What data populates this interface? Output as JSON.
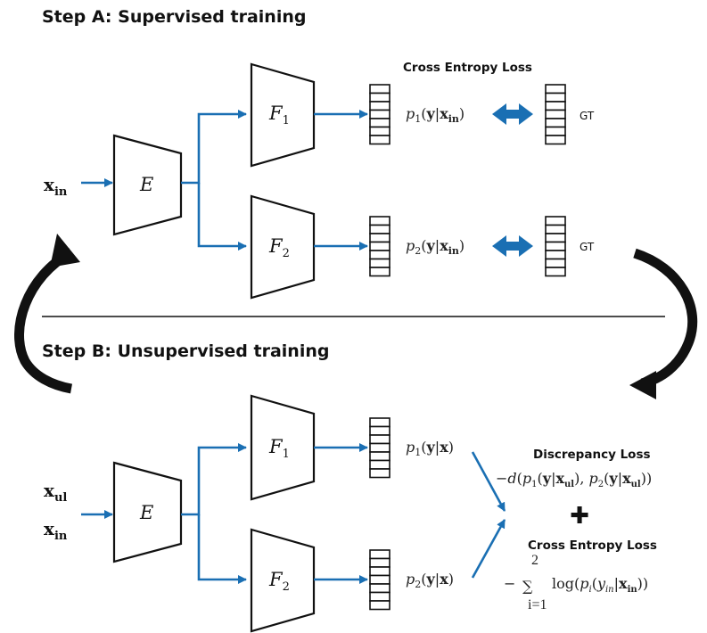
{
  "step_a": {
    "title": "Step A: Supervised training",
    "loss_label": "Cross Entropy Loss",
    "input": {
      "x": "x",
      "sub": "in"
    },
    "encoder": "E",
    "classifiers": [
      {
        "name": "F",
        "sub": "1",
        "output": {
          "p": "p",
          "idx": "1",
          "cond": "in"
        },
        "target": "GT"
      },
      {
        "name": "F",
        "sub": "2",
        "output": {
          "p": "p",
          "idx": "2",
          "cond": "in"
        },
        "target": "GT"
      }
    ]
  },
  "step_b": {
    "title": "Step B: Unsupervised training",
    "inputs": [
      {
        "x": "x",
        "sub": "ul"
      },
      {
        "x": "x",
        "sub": "in"
      }
    ],
    "encoder": "E",
    "classifiers": [
      {
        "name": "F",
        "sub": "1",
        "output": {
          "p": "p",
          "idx": "1"
        }
      },
      {
        "name": "F",
        "sub": "2",
        "output": {
          "p": "p",
          "idx": "2"
        }
      }
    ],
    "discrepancy_label": "Discrepancy Loss",
    "plus_symbol": "✚",
    "ce_label": "Cross Entropy Loss",
    "sum_upper": "2",
    "sum_lower": "i=1"
  },
  "colors": {
    "flow": "#1a6fb3",
    "gt_highlight": "#e0491e",
    "cycle_arrow": "#111111"
  }
}
